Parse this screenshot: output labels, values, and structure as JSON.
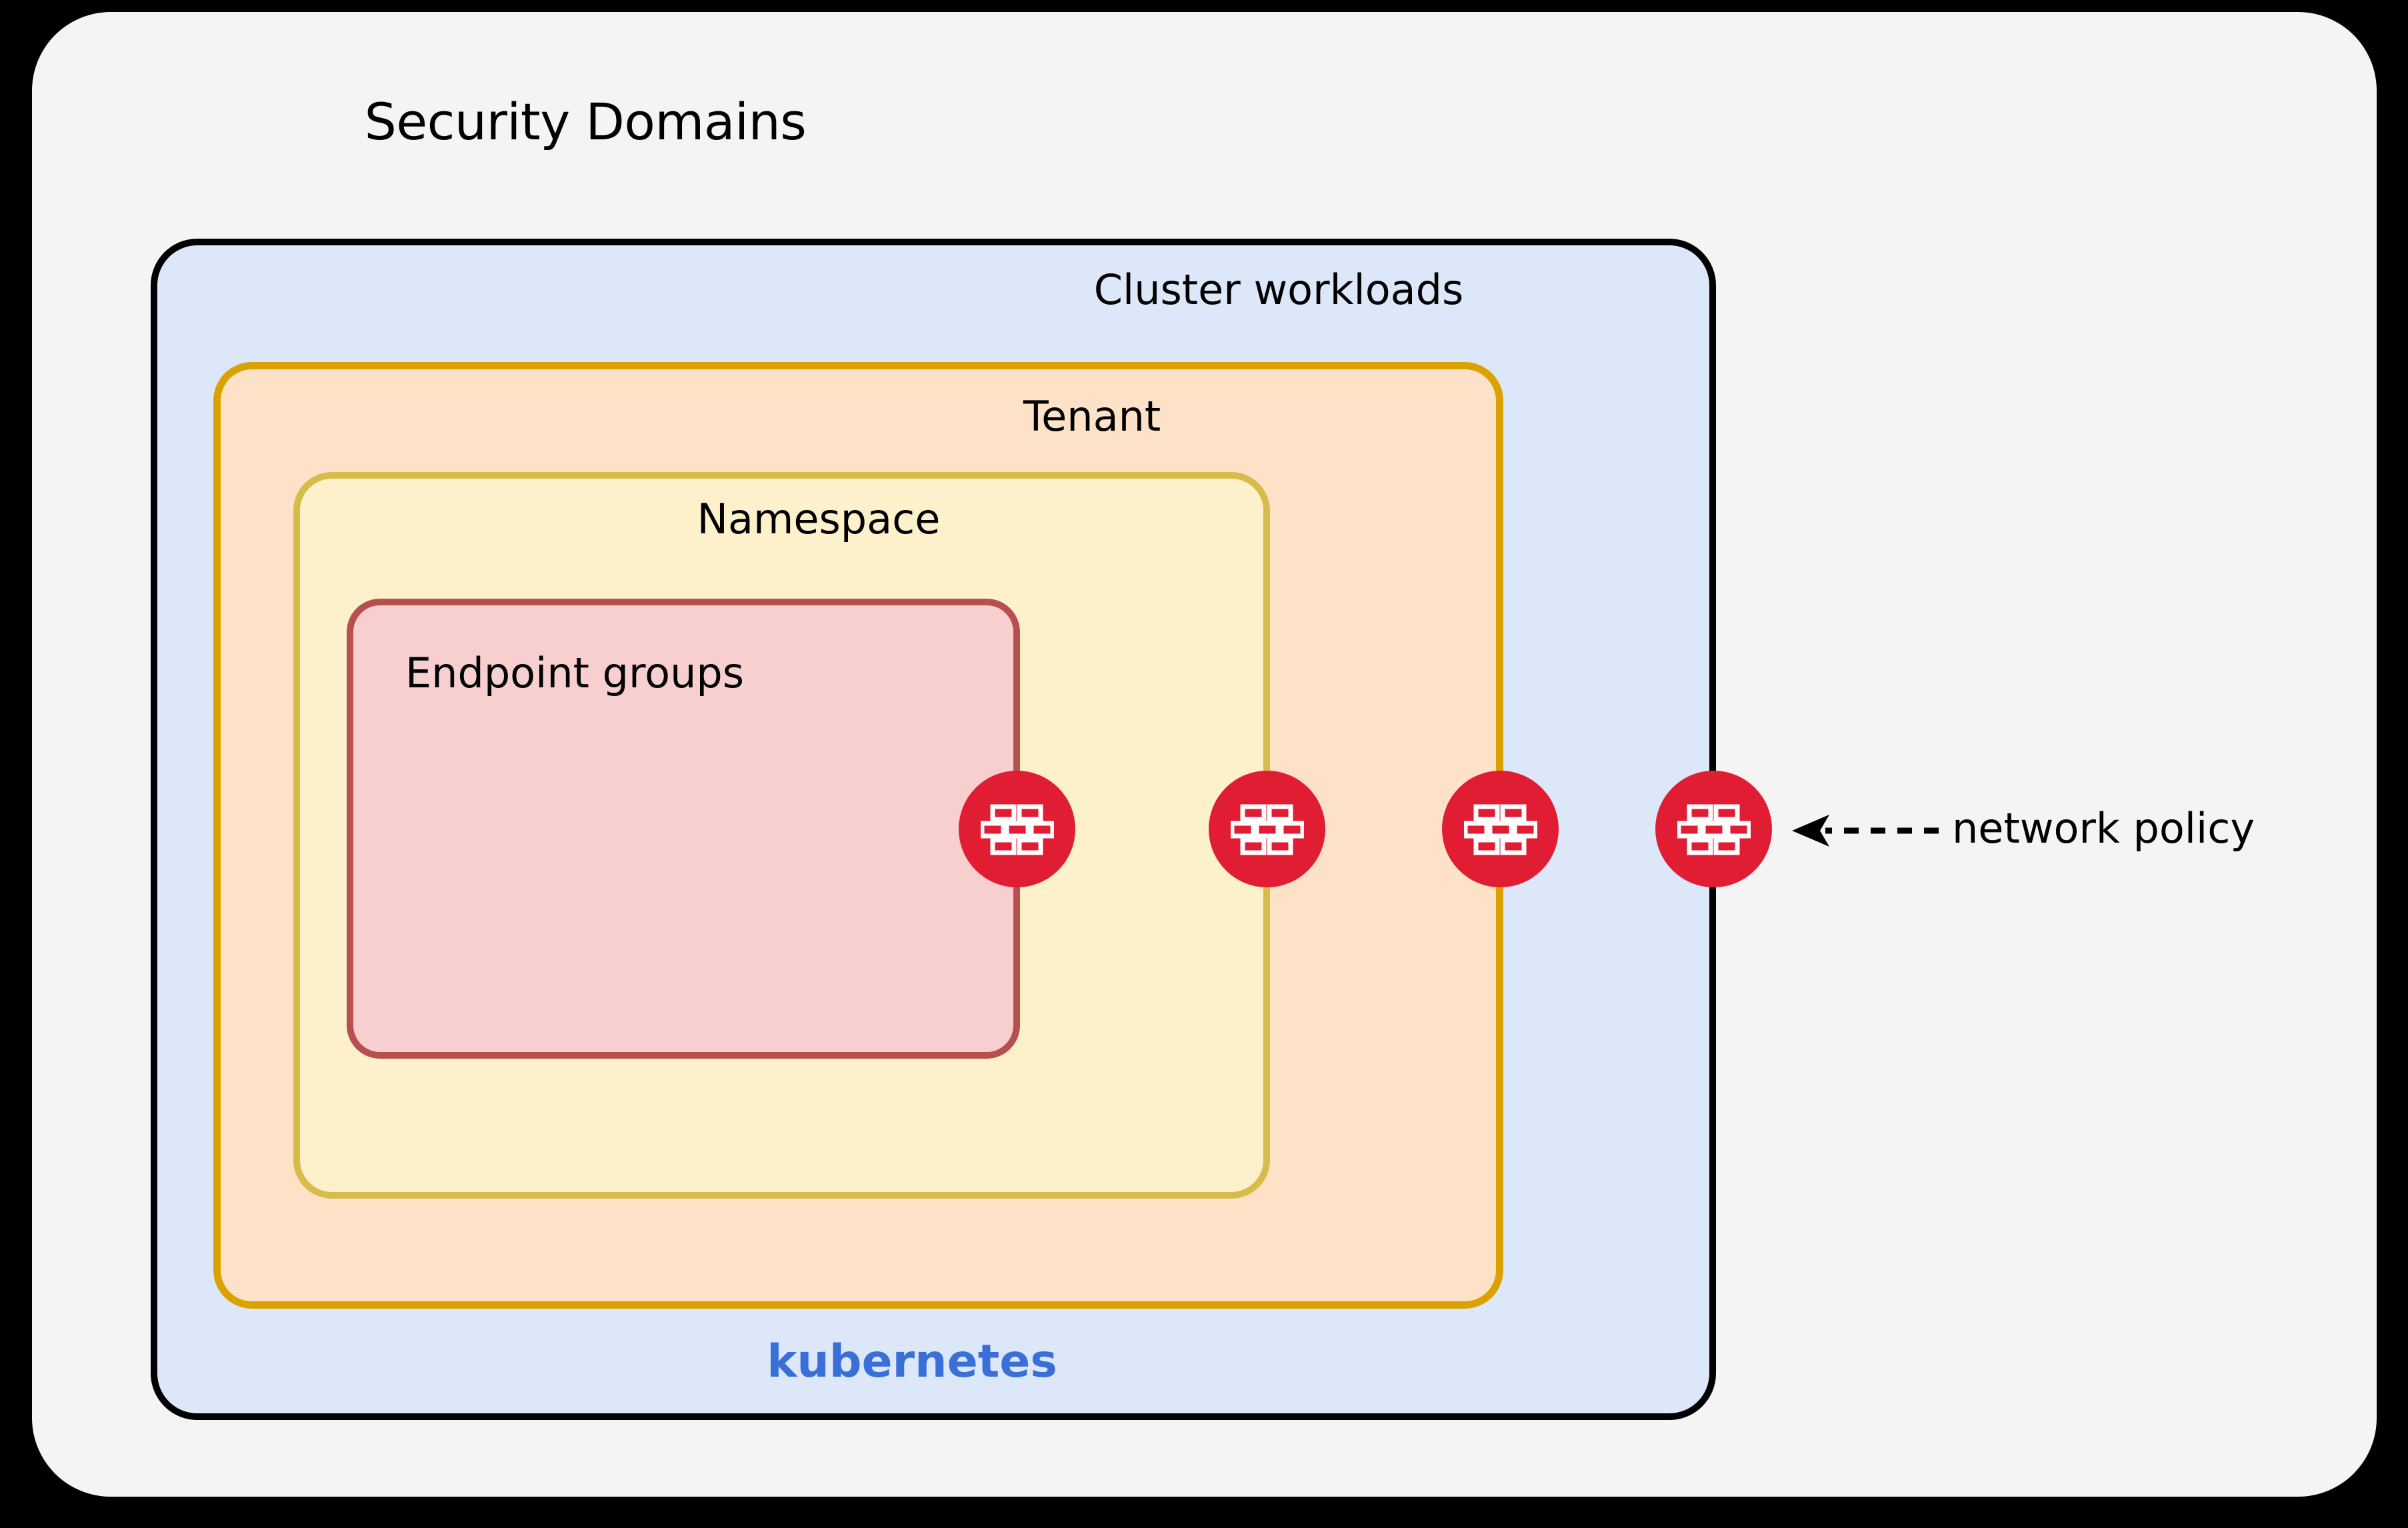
{
  "diagram": {
    "title": "Security Domains",
    "background_color": "#f4f4f4",
    "page_background": "#000000"
  },
  "boxes": [
    {
      "id": "cluster-workloads",
      "label": "Cluster workloads",
      "fill": "#dce8fa",
      "border": "#000000"
    },
    {
      "id": "tenant",
      "label": "Tenant",
      "fill": "#fde2c8",
      "border": "#dba100"
    },
    {
      "id": "namespace",
      "label": "Namespace",
      "fill": "#fdf1cc",
      "border": "#d7bc4b"
    },
    {
      "id": "endpoint-groups",
      "label": "Endpoint groups",
      "fill": "#f7cfcf",
      "border": "#b84f4f"
    }
  ],
  "branding": {
    "kubernetes_label": "kubernetes",
    "kubernetes_color": "#3a6fd8"
  },
  "annotation": {
    "network_policy_label": "network policy",
    "arrow_style": "dashed-left-arrow"
  },
  "icons": {
    "firewall_name": "firewall-icon",
    "firewall_color": "#e01d32",
    "firewall_brick_color": "#ffffff",
    "firewall_count": 4
  }
}
